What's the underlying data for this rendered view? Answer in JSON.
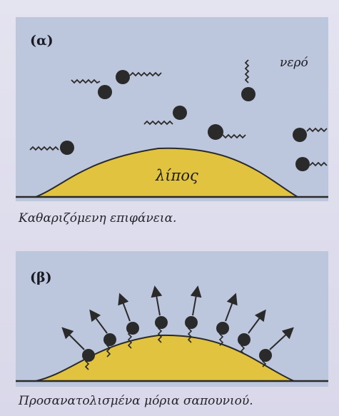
{
  "panel_a": {
    "letter": "(α)",
    "water_label": "νερό",
    "fat_label": "λίπος",
    "caption": "Καθαριζόμενη επιφάνεια."
  },
  "panel_b": {
    "letter": "(β)",
    "caption": "Προσανατολισμένα μόρια σαπουνιού."
  },
  "colors": {
    "panel_bg": "#bcc6dc",
    "fat": "#e2c33f",
    "molecule": "#2a2a2a"
  }
}
